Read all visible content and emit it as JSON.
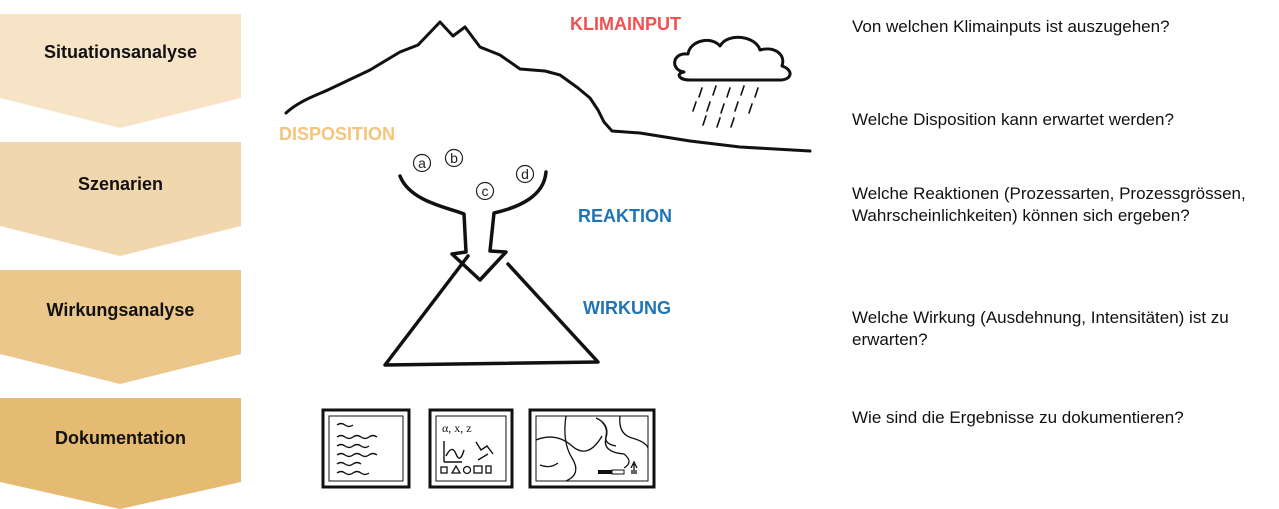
{
  "steps": [
    {
      "label": "Situationsanalyse",
      "color": "#f7e3c6"
    },
    {
      "label": "Szenarien",
      "color": "#f1d7ad"
    },
    {
      "label": "Wirkungsanalyse",
      "color": "#ebc78b"
    },
    {
      "label": "Dokumentation",
      "color": "#e5ba73"
    }
  ],
  "keywords": {
    "klimainput": "KLIMAINPUT",
    "disposition": "DISPOSITION",
    "reaktion": "REAKTION",
    "wirkung": "WIRKUNG",
    "colors": {
      "klimainput": "#f05050",
      "disposition": "#f4c47a",
      "reaktion": "#1f74b8",
      "wirkung": "#1f74b8"
    }
  },
  "scenario_markers": [
    "a",
    "b",
    "c",
    "d"
  ],
  "questions": [
    "Von welchen Klimainputs ist auszugehen?",
    "Welche Disposition kann erwartet werden?",
    "Welche Reaktionen (Prozessarten, Prozessgrössen, Wahrscheinlichkeiten) können sich ergeben?",
    "Welche Wirkung (Ausdehnung, Intensitäten) ist zu erwarten?",
    "Wie sind die Ergebnisse zu dokumentieren?"
  ],
  "icons": [
    "mountain-sketch",
    "rain-cloud-icon",
    "funnel-sketch",
    "cone-sketch",
    "text-document-icon",
    "formula-document-icon",
    "map-document-icon"
  ]
}
